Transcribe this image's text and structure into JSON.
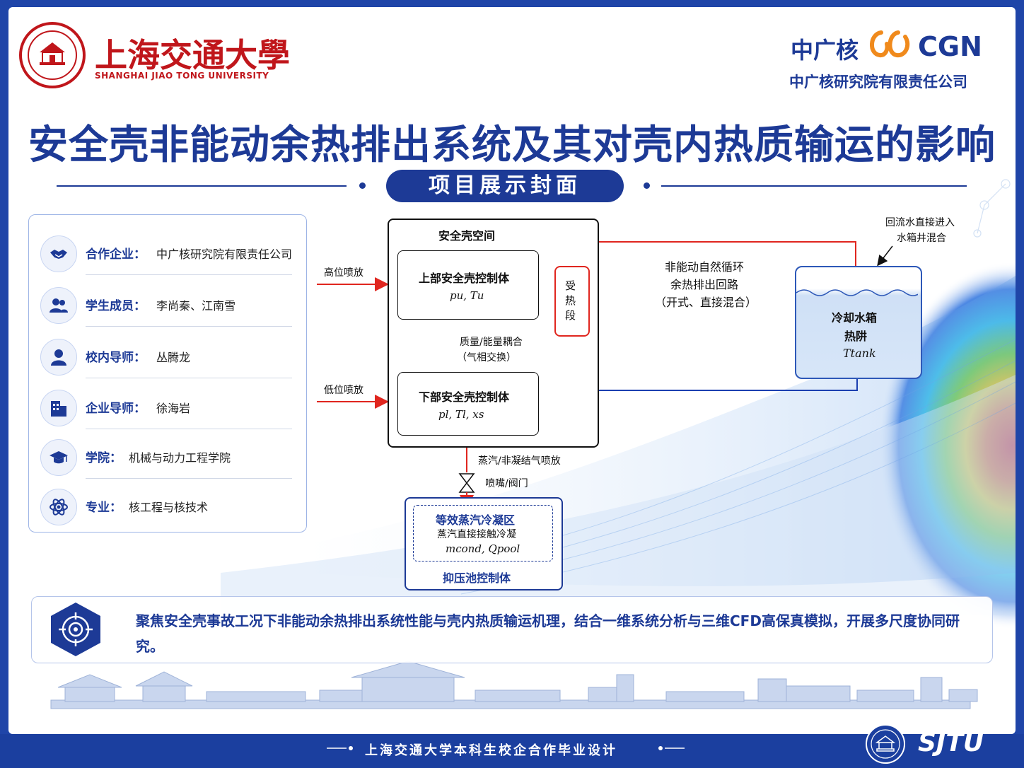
{
  "header": {
    "university_cn": "上海交通大學",
    "university_en": "SHANGHAI JIAO TONG UNIVERSITY",
    "company_brand_cn": "中广核",
    "company_brand_en": "CGN",
    "company_full": "中广核研究院有限责任公司"
  },
  "title": "安全壳非能动余热排出系统及其对壳内热质输运的影响",
  "subtitle": "项目展示封面",
  "info": [
    {
      "icon": "handshake-icon",
      "label": "合作企业：",
      "value": "中广核研究院有限责任公司"
    },
    {
      "icon": "students-icon",
      "label": "学生成员：",
      "value": "李尚秦、江南雪"
    },
    {
      "icon": "advisor-icon",
      "label": "校内导师：",
      "value": "丛腾龙"
    },
    {
      "icon": "building-icon",
      "label": "企业导师：",
      "value": "徐海岩"
    },
    {
      "icon": "graduation-cap-icon",
      "label": "学院：",
      "value": "机械与动力工程学院"
    },
    {
      "icon": "atom-icon",
      "label": "专业：",
      "value": "核工程与核技术"
    }
  ],
  "diagram": {
    "containment_title": "安全壳空间",
    "upper_label": "上部安全壳控制体",
    "upper_vars": "pu, Tu",
    "lower_label": "下部安全壳控制体",
    "lower_vars": "pl, Tl, xs",
    "coupling_1": "质量/能量耦合",
    "coupling_2": "（气相交换）",
    "spray_high": "高位喷放",
    "spray_low": "低位喷放",
    "heat_section": [
      "受",
      "热",
      "段"
    ],
    "loop_1": "非能动自然循环",
    "loop_2": "余热排出回路",
    "loop_3": "（开式、直接混合）",
    "return_note_1": "回流水直接进入",
    "return_note_2": "水箱井混合",
    "tank_1": "冷却水箱",
    "tank_2": "热阱",
    "tank_var": "Ttank",
    "steam_release": "蒸汽/非凝结气喷放",
    "nozzle": "喷嘴/阀门",
    "zone_title": "等效蒸汽冷凝区",
    "zone_desc": "蒸汽直接接触冷凝",
    "zone_vars": "mcond, Qpool",
    "pool_label": "抑压池控制体"
  },
  "summary": "聚焦安全壳事故工况下非能动余热排出系统性能与壳内热质输运机理，结合一维系统分析与三维CFD高保真模拟，开展多尺度协同研究。",
  "footer": {
    "text": "上海交通大学本科生校企合作毕业设计",
    "sjtu": "SJTU"
  },
  "colors": {
    "brand_blue": "#1d3a96",
    "sjtu_red": "#c0161b",
    "arrow_red": "#e0261f",
    "arrow_blue": "#1b3fb0"
  }
}
